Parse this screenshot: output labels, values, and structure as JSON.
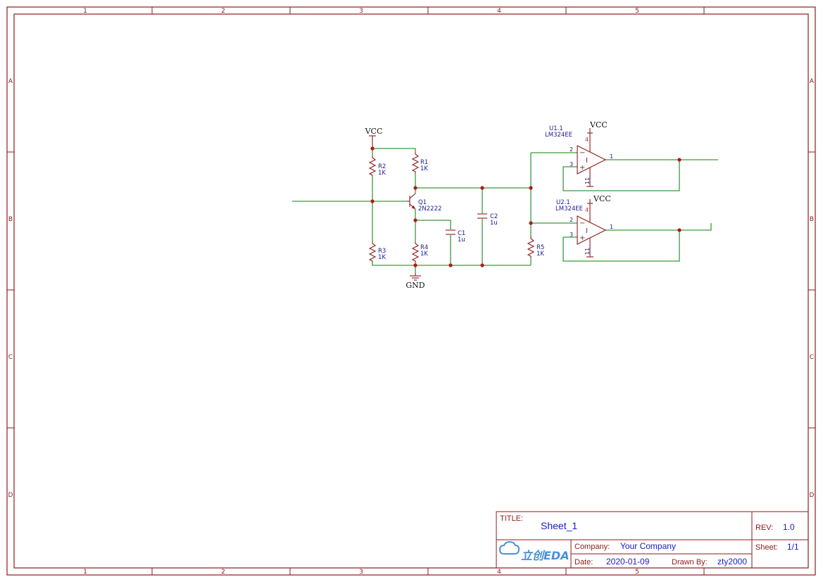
{
  "zones": {
    "columns": [
      "1",
      "2",
      "3",
      "4",
      "5"
    ],
    "rows": [
      "A",
      "B",
      "C",
      "D"
    ]
  },
  "power": {
    "vcc": "VCC",
    "gnd": "GND"
  },
  "components": {
    "r1": {
      "designator": "R1",
      "value": "1K"
    },
    "r2": {
      "designator": "R2",
      "value": "1K"
    },
    "r3": {
      "designator": "R3",
      "value": "1K"
    },
    "r4": {
      "designator": "R4",
      "value": "1K"
    },
    "r5": {
      "designator": "R5",
      "value": "1K"
    },
    "q1": {
      "designator": "Q1",
      "value": "2N2222"
    },
    "c1": {
      "designator": "C1",
      "value": "1u"
    },
    "c2": {
      "designator": "C2",
      "value": "1u"
    },
    "u1": {
      "designator": "U1.1",
      "value": "LM324EE"
    },
    "u2": {
      "designator": "U2.1",
      "value": "LM324EE"
    }
  },
  "opamp_pins": {
    "inv": "2",
    "noninv": "3",
    "out": "1",
    "vpos": "4",
    "vneg": "11",
    "minus": "−",
    "plus": "+",
    "unit": "I"
  },
  "title_block": {
    "title_label": "TITLE:",
    "title": "Sheet_1",
    "rev_label": "REV:",
    "rev": "1.0",
    "company_label": "Company:",
    "company": "Your Company",
    "sheet_label": "Sheet:",
    "sheet": "1/1",
    "date_label": "Date:",
    "date": "2020-01-09",
    "drawn_label": "Drawn By:",
    "drawn": "zty2000",
    "logo_text": "立创EDA"
  },
  "colors": {
    "frame": "#8c1a1a",
    "wire": "#3a9a3a",
    "label": "#1a1a8c",
    "junction": "#b01818"
  }
}
